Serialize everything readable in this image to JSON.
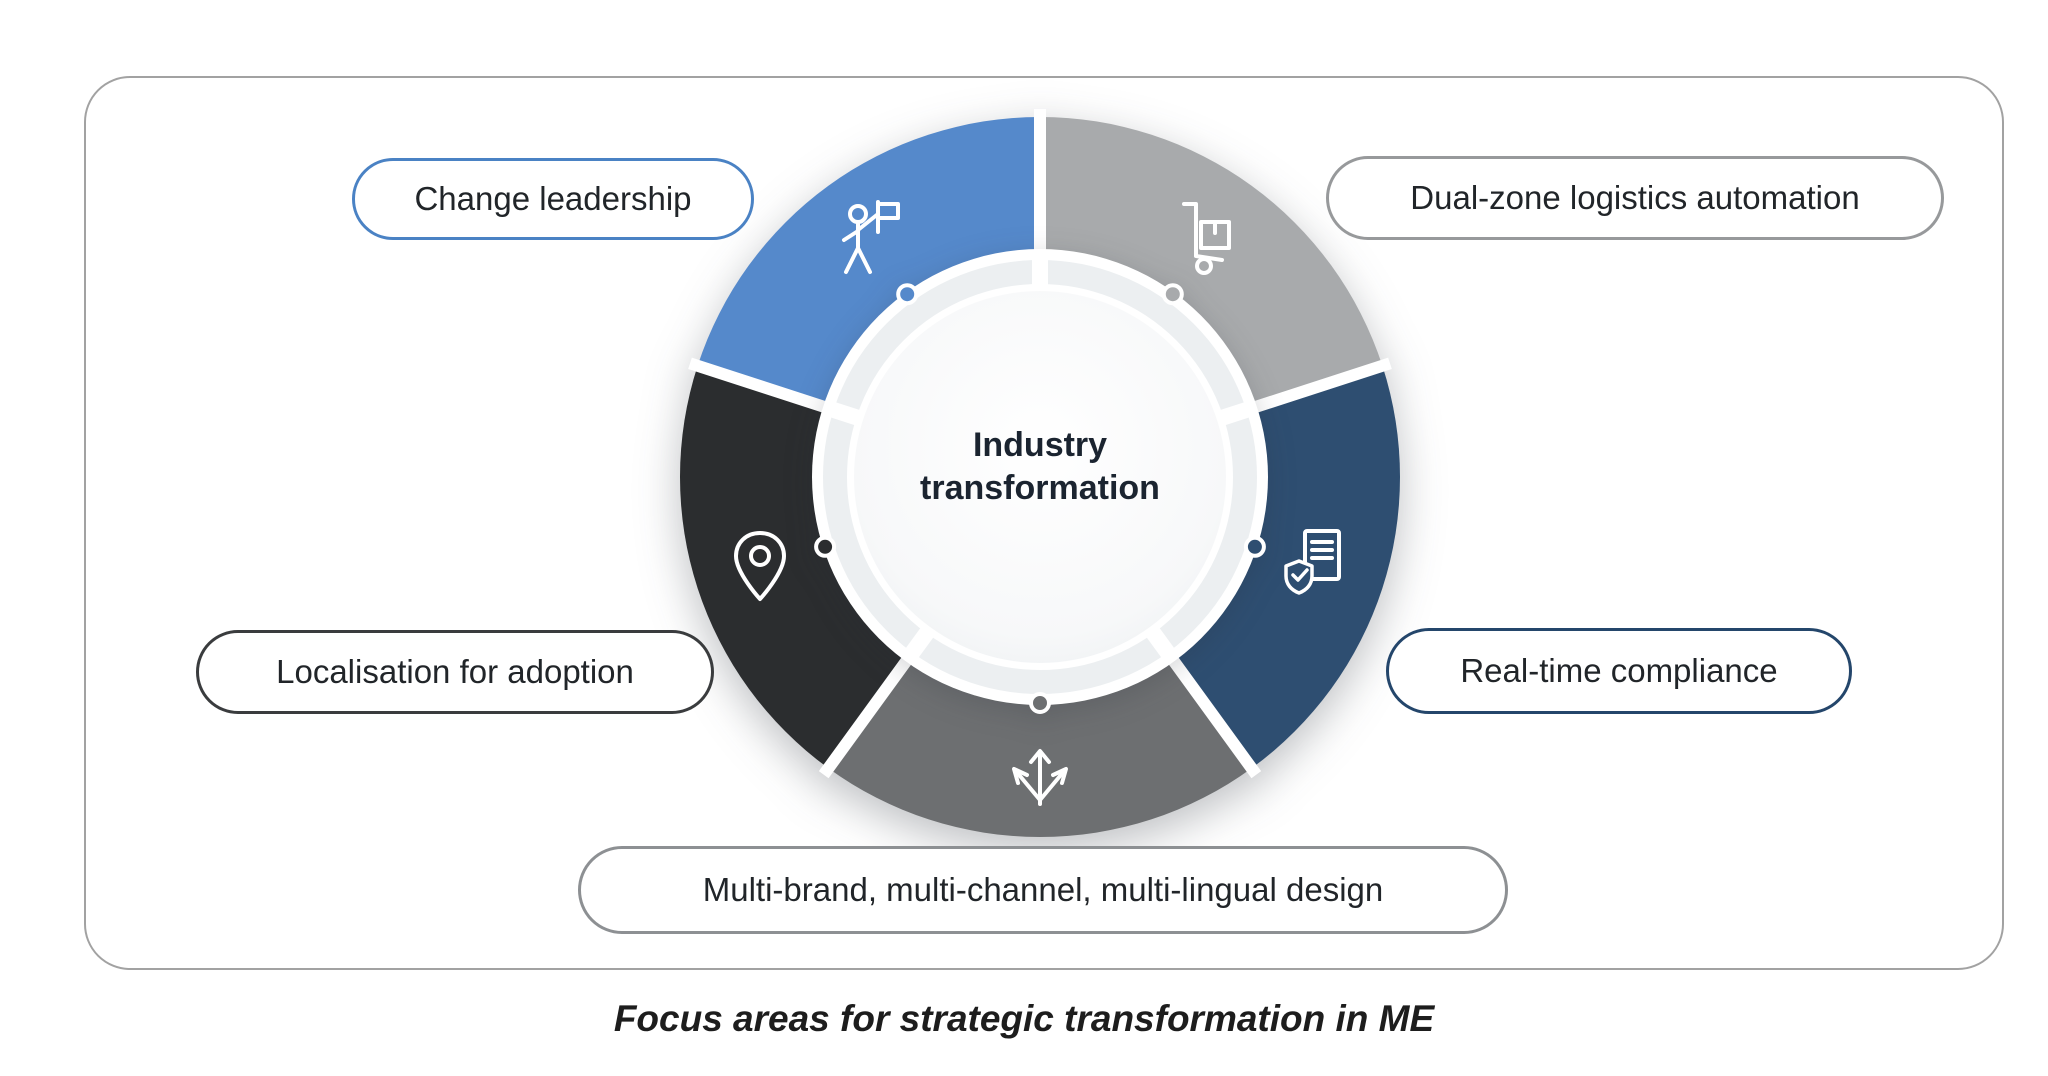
{
  "hub": {
    "label": "Industry transformation"
  },
  "caption": "Focus areas for strategic transformation in ME",
  "chart_note": "Five-segment strategy wheel diagram",
  "segments": [
    {
      "label": "Change leadership",
      "color": "#5589cb",
      "pill_border": "#4a82c4",
      "icon": "person-flag-icon"
    },
    {
      "label": "Dual-zone logistics automation",
      "color": "#a8aaac",
      "pill_border": "#97999b",
      "icon": "hand-truck-icon"
    },
    {
      "label": "Real-time compliance",
      "color": "#2e4e71",
      "pill_border": "#24466b",
      "icon": "compliance-shield-icon"
    },
    {
      "label": "Multi-brand, multi-channel, multi-lingual design",
      "color": "#6d6f71",
      "pill_border": "#8d9093",
      "icon": "branching-arrows-icon"
    },
    {
      "label": "Localisation for adoption",
      "color": "#2b2d2f",
      "pill_border": "#3a3c3e",
      "icon": "location-pin-icon"
    }
  ],
  "colors": {
    "card_border": "#a2a2a2",
    "hub_text": "#1b2430",
    "separator": "#ffffff"
  }
}
